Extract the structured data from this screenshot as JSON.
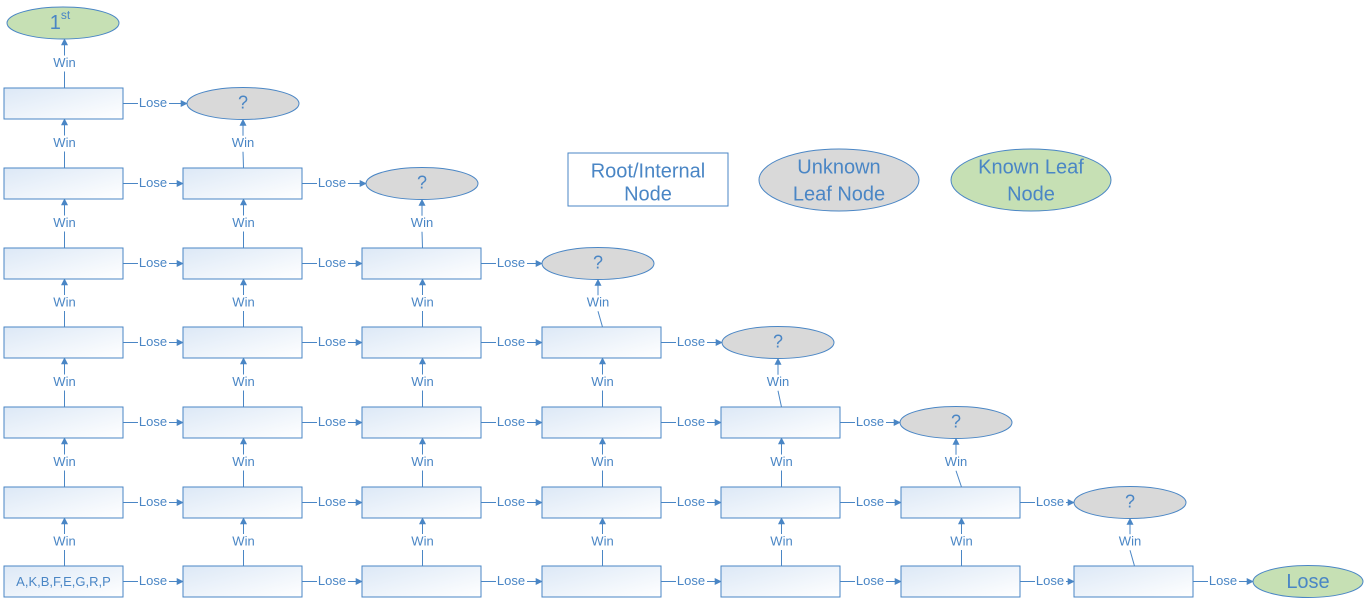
{
  "root_node_label": "A,K,B,F,E,G,R,P",
  "labels": {
    "win": "Win",
    "lose": "Lose",
    "unknown_leaf": "?",
    "top_leaf_main": "1",
    "top_leaf_sup": "st",
    "final_leaf": "Lose"
  },
  "legend": {
    "internal": [
      "Root/Internal",
      "Node"
    ],
    "unknown": [
      "Unknown",
      "Leaf Node"
    ],
    "known": [
      "Known Leaf",
      "Node"
    ]
  },
  "colors": {
    "stroke": "#4a86c5",
    "text": "#4a86c5",
    "unknown_fill": "#d9d9d9",
    "known_fill": "#c6e0b4",
    "box_gradient_start": "#dce8f6",
    "box_gradient_end": "#ffffff"
  },
  "grid": {
    "columns": 7,
    "rows": 7
  }
}
